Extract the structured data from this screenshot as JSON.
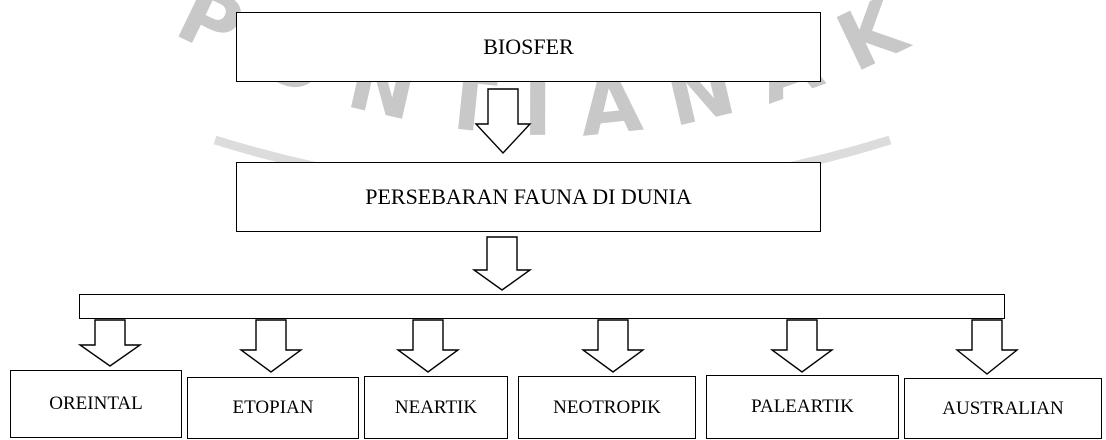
{
  "watermark": {
    "text": "PONTIANAK",
    "color": "#c8c8c8"
  },
  "diagram": {
    "root": "BIOSFER",
    "middle": "PERSEBARAN FAUNA DI DUNIA",
    "regions": [
      "OREINTAL",
      "ETOPIAN",
      "NEARTIK",
      "NEOTROPIK",
      "PALEARTIK",
      "AUSTRALIAN"
    ]
  }
}
